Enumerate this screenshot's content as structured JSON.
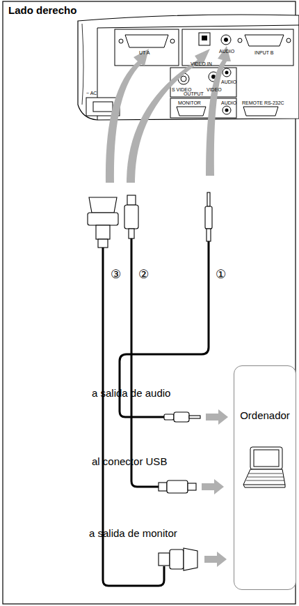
{
  "diagram": {
    "title": "Lado derecho",
    "nodes": [
      {
        "text": [
          "Ordenador"
        ]
      }
    ],
    "labels": [
      "UT A",
      "AUDIO",
      "INPUT B",
      "VIDEO IN",
      "S VIDEO",
      "VIDEO",
      "AUDIO",
      "OUTPUT",
      "MONITOR",
      "AUDIO",
      "REMOTE RS-232C",
      "~ AC",
      "③",
      "②",
      "①",
      "a salida de audio",
      "al conector USB",
      "a salida de monitor"
    ]
  }
}
